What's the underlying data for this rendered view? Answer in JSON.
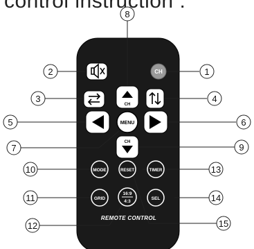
{
  "heading": "control instruction :",
  "remote": {
    "brand_text": "REMOTE CONTROL",
    "buttons": {
      "ch_top": "CH",
      "ch_up": "CH",
      "menu": "MENU",
      "ch_down": "CH",
      "mode": "MODE",
      "reset": "RESET",
      "timer": "TIMER",
      "grid": "GRID",
      "ratio_top": "16:9",
      "ratio_bottom": "4:3",
      "sel": "SEL"
    }
  },
  "callouts": [
    "1",
    "2",
    "3",
    "4",
    "5",
    "6",
    "7",
    "8",
    "9",
    "10",
    "11",
    "12",
    "13",
    "14",
    "15"
  ]
}
